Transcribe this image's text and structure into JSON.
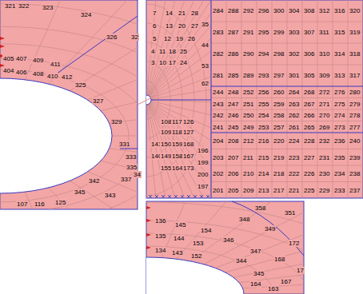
{
  "diagram": {
    "labels": [
      "321",
      "322",
      "323",
      "324",
      "326",
      "32",
      "405",
      "407",
      "409",
      "411",
      "404",
      "406",
      "408",
      "410",
      "412",
      "325",
      "327",
      "329",
      "331",
      "333",
      "335",
      "337",
      "34",
      "342",
      "343",
      "345",
      "107",
      "116",
      "125",
      "7",
      "14",
      "21",
      "28",
      "6",
      "13",
      "20",
      "27",
      "5",
      "12",
      "19",
      "26",
      "35",
      "44",
      "53",
      "62",
      "4",
      "11",
      "18",
      "25",
      "3",
      "10",
      "17",
      "24",
      "108",
      "117",
      "126",
      "109",
      "118",
      "127",
      "141",
      "150",
      "159",
      "168",
      "140",
      "149",
      "158",
      "167",
      "155",
      "164",
      "173",
      "196",
      "199",
      "200",
      "197",
      "284",
      "288",
      "292",
      "296",
      "300",
      "304",
      "308",
      "312",
      "316",
      "320",
      "283",
      "287",
      "291",
      "295",
      "299",
      "303",
      "307",
      "311",
      "315",
      "319",
      "282",
      "286",
      "290",
      "294",
      "298",
      "302",
      "306",
      "310",
      "314",
      "318",
      "281",
      "285",
      "289",
      "293",
      "297",
      "301",
      "305",
      "309",
      "313",
      "317",
      "244",
      "248",
      "252",
      "256",
      "260",
      "264",
      "268",
      "272",
      "276",
      "280",
      "243",
      "247",
      "251",
      "255",
      "259",
      "263",
      "267",
      "271",
      "275",
      "279",
      "242",
      "246",
      "250",
      "254",
      "258",
      "262",
      "266",
      "270",
      "274",
      "278",
      "241",
      "245",
      "249",
      "253",
      "257",
      "261",
      "265",
      "269",
      "273",
      "277",
      "204",
      "208",
      "212",
      "216",
      "220",
      "224",
      "228",
      "232",
      "236",
      "240",
      "203",
      "207",
      "211",
      "215",
      "219",
      "223",
      "227",
      "231",
      "235",
      "239",
      "202",
      "206",
      "210",
      "214",
      "218",
      "222",
      "226",
      "230",
      "234",
      "238",
      "201",
      "205",
      "209",
      "213",
      "217",
      "221",
      "225",
      "229",
      "233",
      "237",
      "136",
      "145",
      "154",
      "135",
      "144",
      "153",
      "134",
      "143",
      "152",
      "358",
      "351",
      "348",
      "349",
      "346",
      "347",
      "172",
      "344",
      "168",
      "345",
      "17",
      "164",
      "167",
      "163"
    ]
  }
}
